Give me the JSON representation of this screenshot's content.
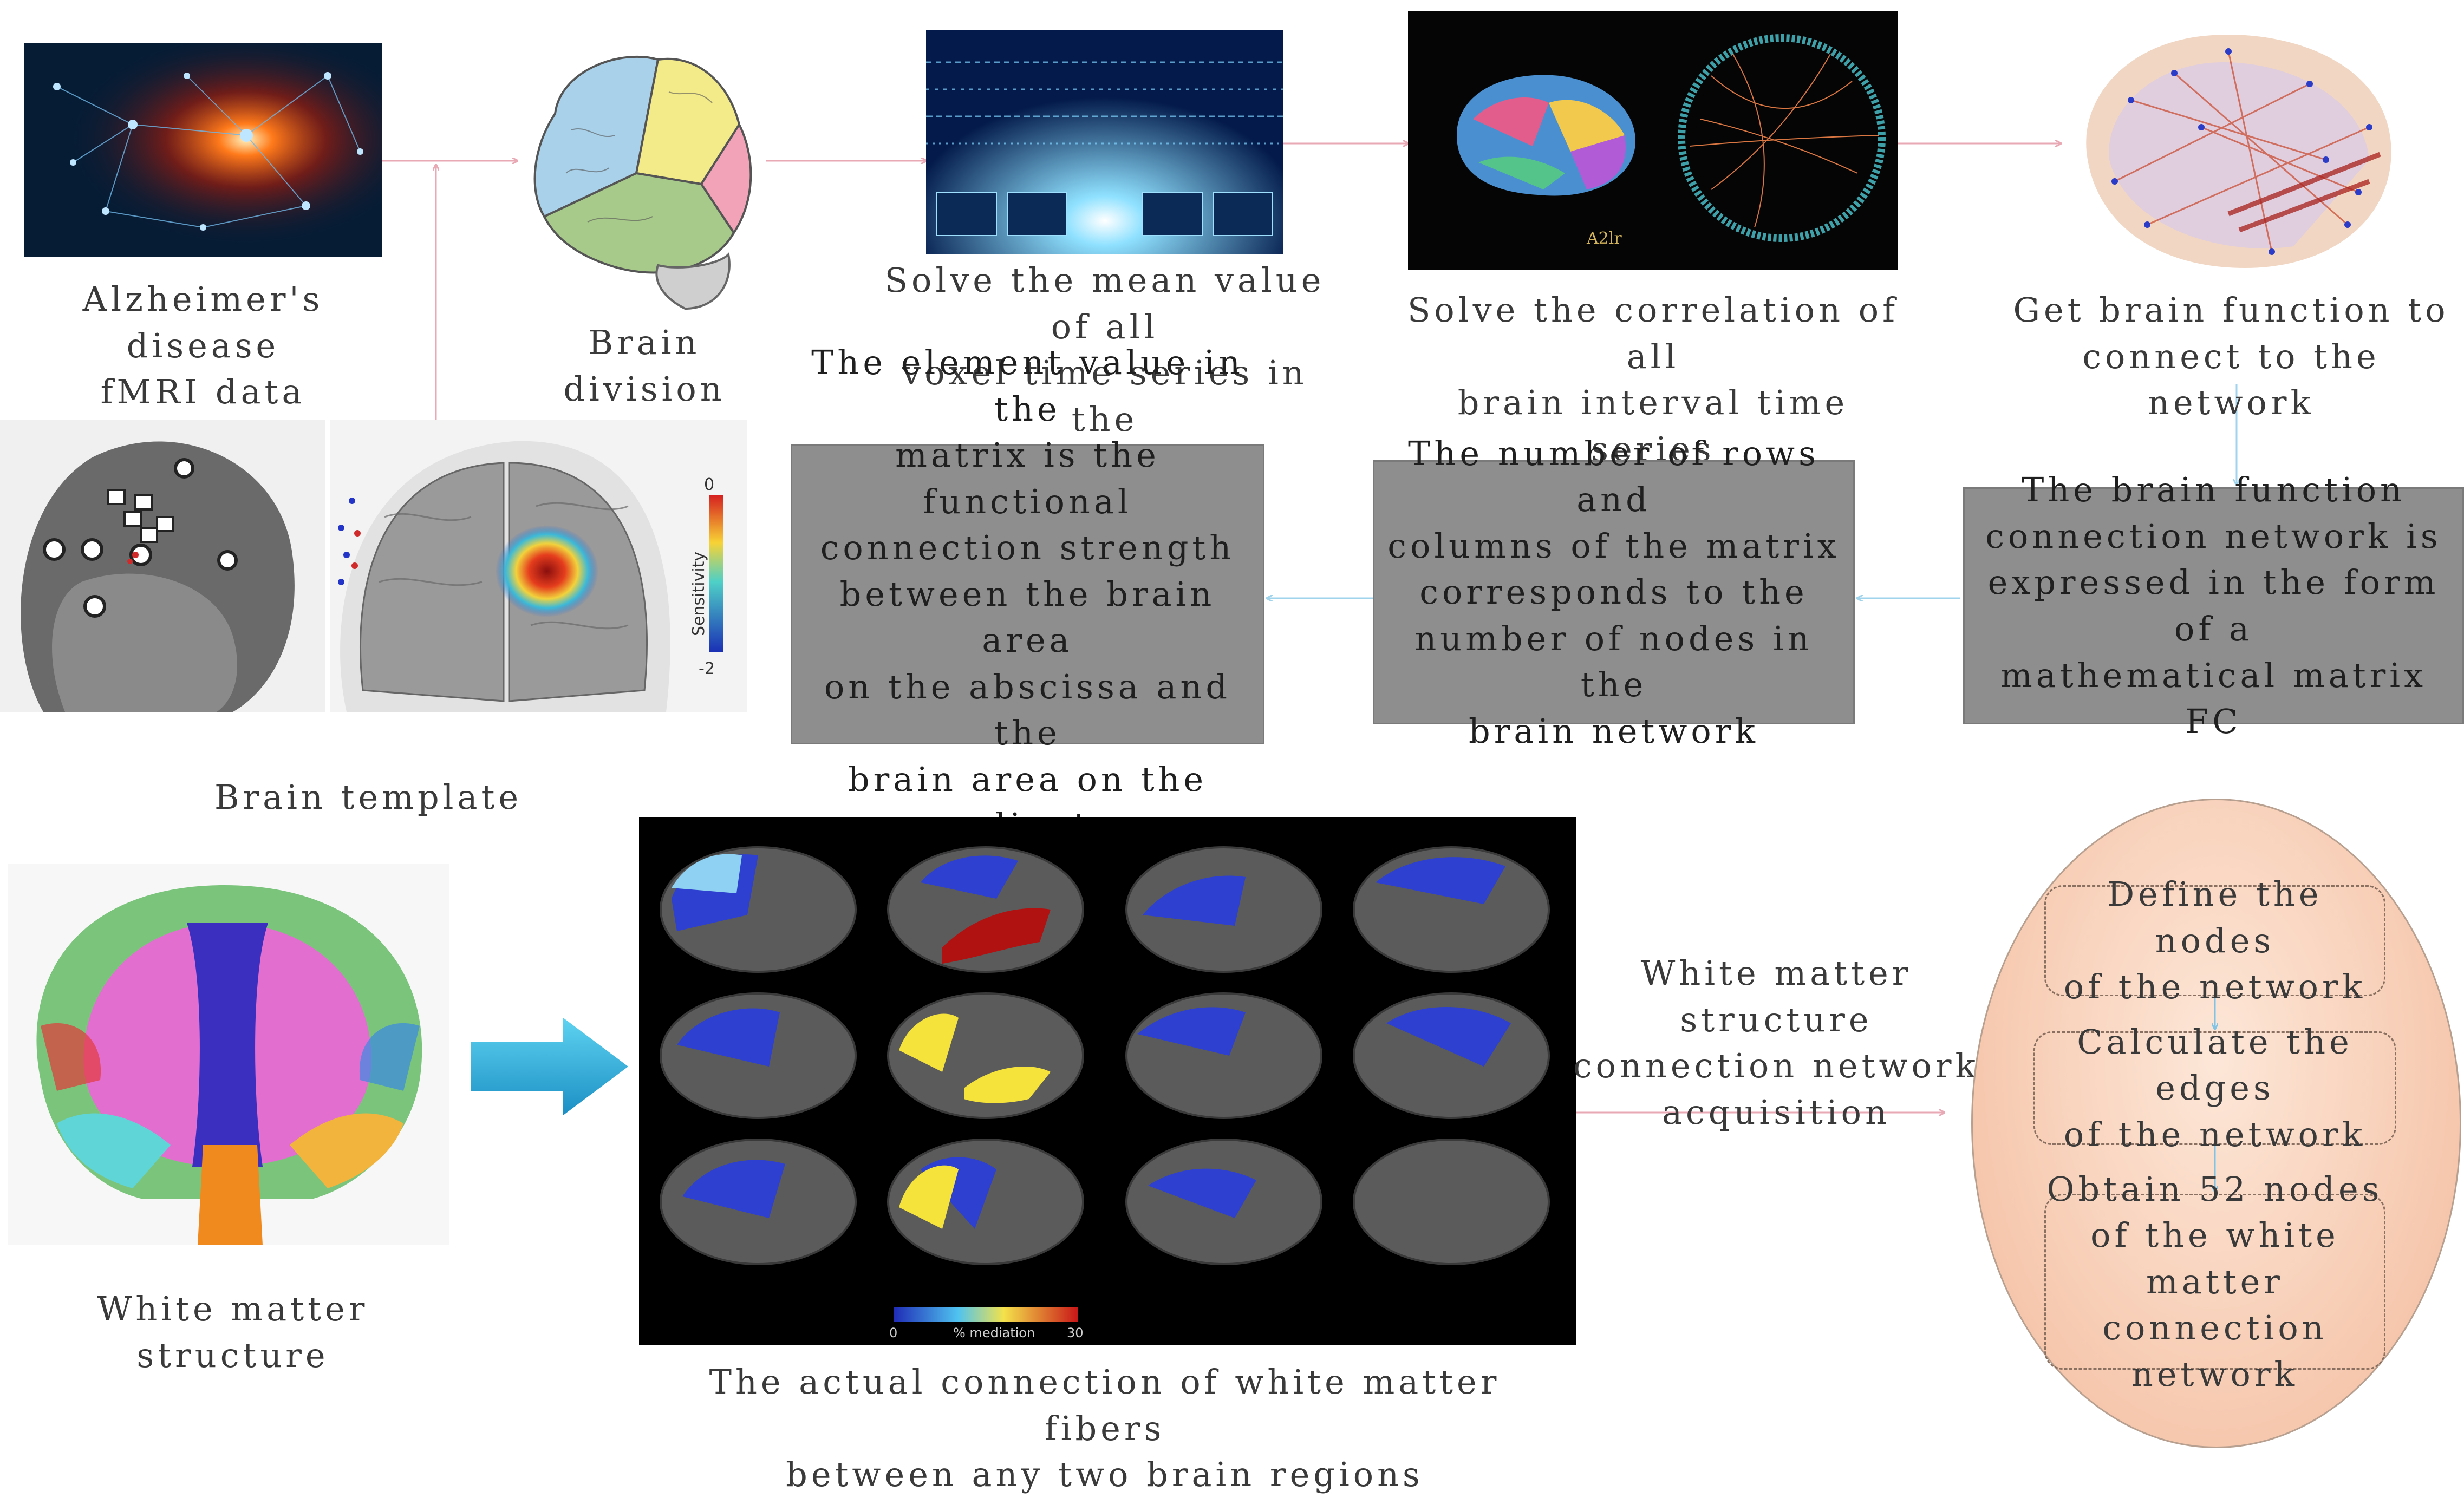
{
  "captions": {
    "fmri": "Alzheimer's disease\nfMRI data",
    "division": "Brain division",
    "mean": "Solve the mean value of all\nvoxel time series in the\nbrain area",
    "correlation": "Solve the correlation of all\nbrain interval time series",
    "network": "Get brain function to\nconnect to the network",
    "template": "Brain template",
    "white_matter": "White matter structure",
    "actual_connection": "The actual connection of white matter fibers\nbetween any two brain regions",
    "wm_acquisition": "White matter structure\nconnection network\nacquisition"
  },
  "boxes": {
    "fc_matrix": "The brain function\nconnection network is\nexpressed in the form of a\nmathematical matrix FC",
    "rows_cols": "The number of rows and\ncolumns of the matrix\ncorresponds to the\nnumber of nodes in the\nbrain network",
    "element_value": "The element value in the\nmatrix is the functional\nconnection strength\nbetween the brain area\non the abscissa and the\nbrain area on the ordinate"
  },
  "ellipse_steps": [
    "Define the nodes\nof the network",
    "Calculate the edges\nof the network",
    "Obtain 52 nodes\nof the white\nmatter connection\nnetwork"
  ],
  "image_labels": {
    "sensitivity": "Sensitivity",
    "sens_top": "0",
    "sens_bottom": "-2",
    "a2lr": "A2lr",
    "mediation": "% mediation",
    "med_min": "0",
    "med_max": "30"
  },
  "colors": {
    "arrow": "#e8a8b4",
    "arrow_blue": "#9fd4ec",
    "gray_box": "#8e8e8e",
    "ellipse": "#f6c8ae"
  }
}
